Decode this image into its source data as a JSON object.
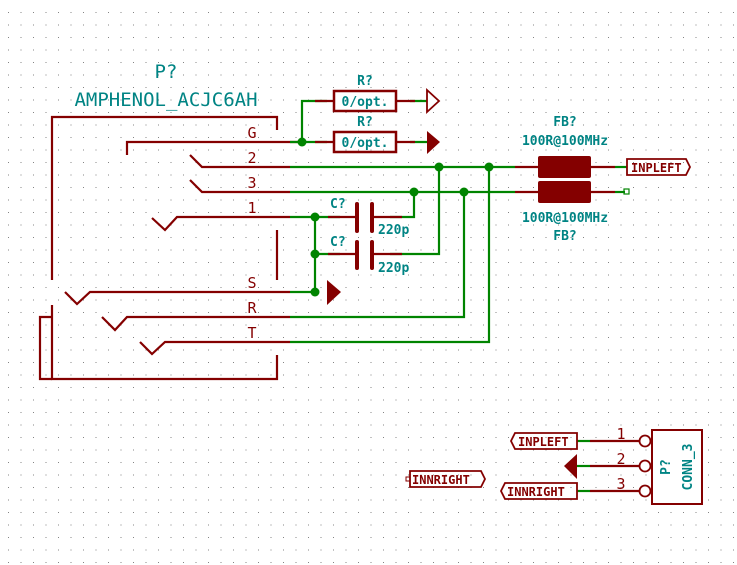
{
  "colors": {
    "wire": "#008400",
    "body": "#840000",
    "reference_text": "#008484",
    "grid_dot": "#848484",
    "background": "#ffffff"
  },
  "jack": {
    "reference": "P?",
    "value": "AMPHENOL_ACJC6AH",
    "pins": [
      "G",
      "2",
      "3",
      "1",
      "S",
      "R",
      "T"
    ]
  },
  "resistors": [
    {
      "reference": "R?",
      "value": "0/opt.",
      "terminal": "open-triangle-flag"
    },
    {
      "reference": "R?",
      "value": "0/opt.",
      "terminal": "filled-triangle-flag"
    }
  ],
  "ferrite_beads": [
    {
      "reference": "FB?",
      "value": "100R@100MHz"
    },
    {
      "reference": "FB?",
      "value": "100R@100MHz"
    }
  ],
  "capacitors": [
    {
      "reference": "C?",
      "value": "220p"
    },
    {
      "reference": "C?",
      "value": "220p"
    }
  ],
  "labels": {
    "inpleft_out": "INPLEFT",
    "innright_free": "INNRIGHT",
    "inpleft_in": "INPLEFT",
    "innright_in": "INNRIGHT"
  },
  "connector": {
    "reference": "P?",
    "value": "CONN_3",
    "pins": [
      "1",
      "2",
      "3"
    ]
  }
}
